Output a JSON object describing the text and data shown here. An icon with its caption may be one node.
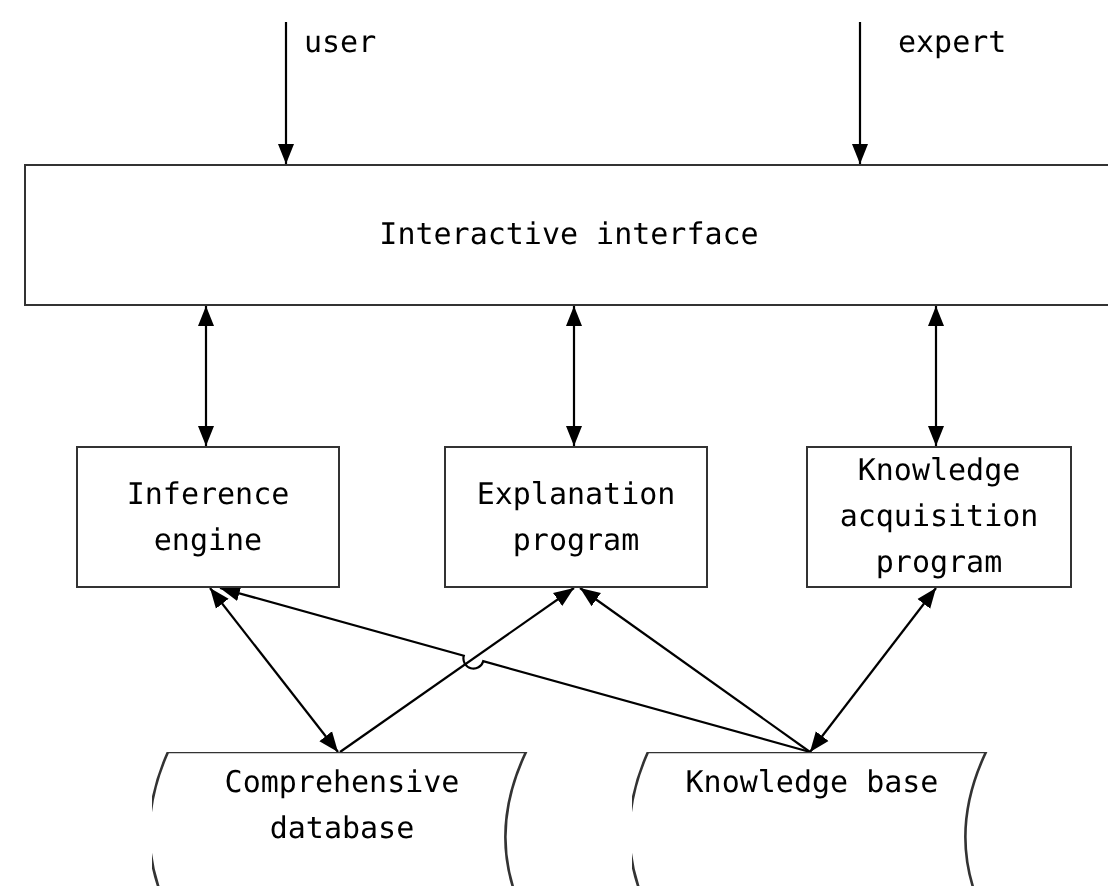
{
  "diagram": {
    "nodes": [
      {
        "text": [
          "user"
        ]
      },
      {
        "text": [
          "expert"
        ]
      },
      {
        "text": [
          "Interactive interface"
        ]
      },
      {
        "text": [
          "Inference engine"
        ]
      },
      {
        "text": [
          "Explanation program"
        ]
      },
      {
        "text": [
          "Knowledge acquisition program"
        ]
      },
      {
        "text": [
          "Comprehensive database"
        ]
      },
      {
        "text": [
          "Knowledge base"
        ]
      }
    ],
    "edges": [
      {
        "from": 0,
        "to": 2,
        "arrow": "to"
      },
      {
        "from": 1,
        "to": 2,
        "arrow": "to"
      },
      {
        "from": 3,
        "to": 2,
        "arrow": "both"
      },
      {
        "from": 4,
        "to": 2,
        "arrow": "both"
      },
      {
        "from": 5,
        "to": 2,
        "arrow": "both"
      },
      {
        "from": 3,
        "to": 6,
        "arrow": "both"
      },
      {
        "from": 6,
        "to": 4,
        "arrow": "to"
      },
      {
        "from": 7,
        "to": 3,
        "arrow": "to"
      },
      {
        "from": 7,
        "to": 4,
        "arrow": "to"
      },
      {
        "from": 7,
        "to": 5,
        "arrow": "both"
      }
    ]
  }
}
